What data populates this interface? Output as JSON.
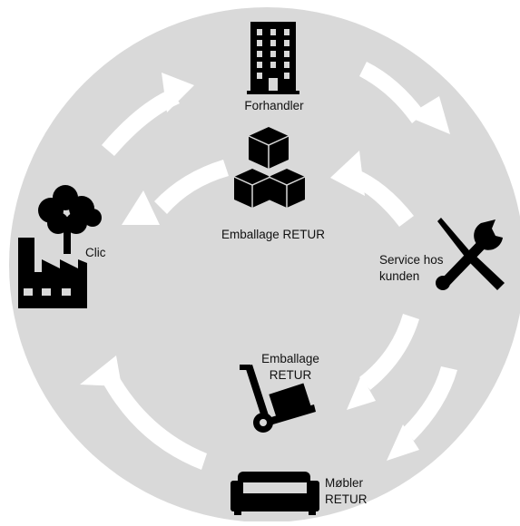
{
  "colors": {
    "background_circle": "#d9d9d9",
    "arrow": "#ffffff",
    "icon": "#000000",
    "page": "#ffffff"
  },
  "nodes": {
    "dealer": {
      "label": "Forhandler",
      "icon": "office-building-icon"
    },
    "packaging_center": {
      "label": "Emballage RETUR",
      "icon": "stacked-boxes-icon"
    },
    "clic": {
      "label": "Clic",
      "icon": "tree-and-factory-icon"
    },
    "service": {
      "label_line1": "Service hos",
      "label_line2": "kunden",
      "icon": "tools-icon"
    },
    "packaging_trolley": {
      "label_line1": "Emballage",
      "label_line2": "RETUR",
      "icon": "hand-truck-icon"
    },
    "furniture": {
      "label_line1": "Møbler",
      "label_line2": "RETUR",
      "icon": "sofa-icon"
    }
  },
  "flows": [
    {
      "from": "clic",
      "to": "dealer"
    },
    {
      "from": "dealer",
      "to": "service"
    },
    {
      "from": "service",
      "to": "packaging_center"
    },
    {
      "from": "packaging_center",
      "to": "clic"
    },
    {
      "from": "service",
      "to": "packaging_trolley"
    },
    {
      "from": "service",
      "to": "furniture"
    },
    {
      "from": "furniture",
      "to": "clic"
    }
  ]
}
